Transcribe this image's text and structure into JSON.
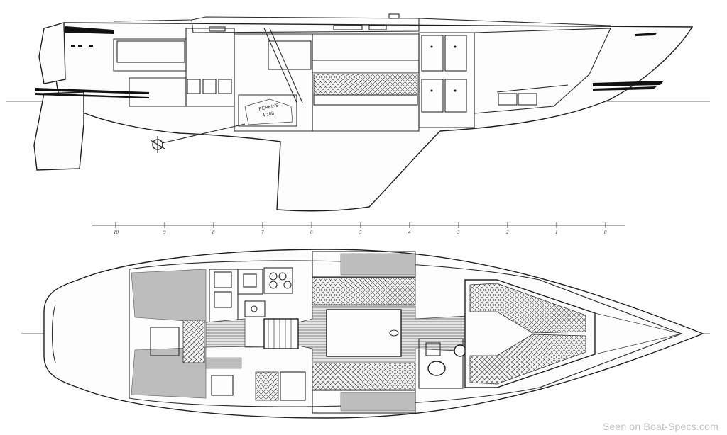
{
  "drawing": {
    "engine_label_line1": "PERKINS",
    "engine_label_line2": "4-108",
    "scale_labels": [
      "10",
      "9",
      "8",
      "7",
      "6",
      "5",
      "4",
      "3",
      "2",
      "1",
      "0"
    ]
  },
  "watermark": "Seen on Boat-Specs.com",
  "colors": {
    "line": "#1e1e1e",
    "shading": "#bdbdbd",
    "watermark": "#bfc2c5"
  }
}
